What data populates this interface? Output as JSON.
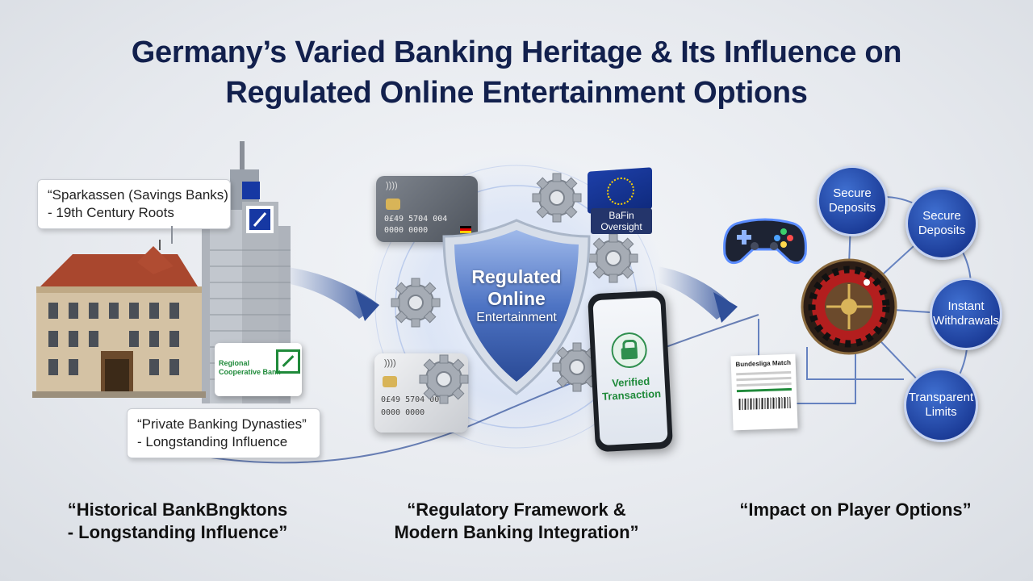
{
  "title": {
    "line1": "Germany’s Varied Banking Heritage & Its Influence on",
    "line2": "Regulated Online Entertainment Options"
  },
  "left": {
    "callout_top": {
      "line1": "“Sparkassen (Savings Banks)",
      "line2": " - 19th Century Roots"
    },
    "callout_bottom": {
      "line1": "“Private Banking Dynasties”",
      "line2": "- Longstanding Influence"
    },
    "sign": {
      "line1": "Regional",
      "line2": "Cooperative Bank"
    },
    "caption": {
      "line1": "“Historical  BankBngktons",
      "line2": "- Longstanding Influence”"
    }
  },
  "middle": {
    "shield": {
      "line1": "Regulated",
      "line2": "Online",
      "line3": "Entertainment"
    },
    "card_top_number": "0£49  5704  004",
    "card_top_number2": "0000  0000",
    "card_bottom_number": "0£49  5704  00",
    "card_bottom_number2": "0000  0000",
    "flag_label": {
      "line1": "BaFin",
      "line2": "Oversight"
    },
    "phone": {
      "line1": "Verified",
      "line2": "Transaction"
    },
    "caption": {
      "line1": "“Regulatory Framework &",
      "line2": "Modern Banking Integration”"
    }
  },
  "right": {
    "nodes": [
      {
        "line1": "Secure",
        "line2": "Deposits"
      },
      {
        "line1": "Secure",
        "line2": "Deposits"
      },
      {
        "line1": "Instant",
        "line2": "Withdrawals"
      },
      {
        "line1": "Transparent",
        "line2": "Limits"
      }
    ],
    "receipt_title": "Bundesliga Match",
    "caption": "“Impact on Player Options”"
  },
  "colors": {
    "title": "#12204d",
    "node_blue": "#1d3e9a",
    "accent_green": "#1f8a3a",
    "deutsche_blue": "#0a2a8c"
  }
}
